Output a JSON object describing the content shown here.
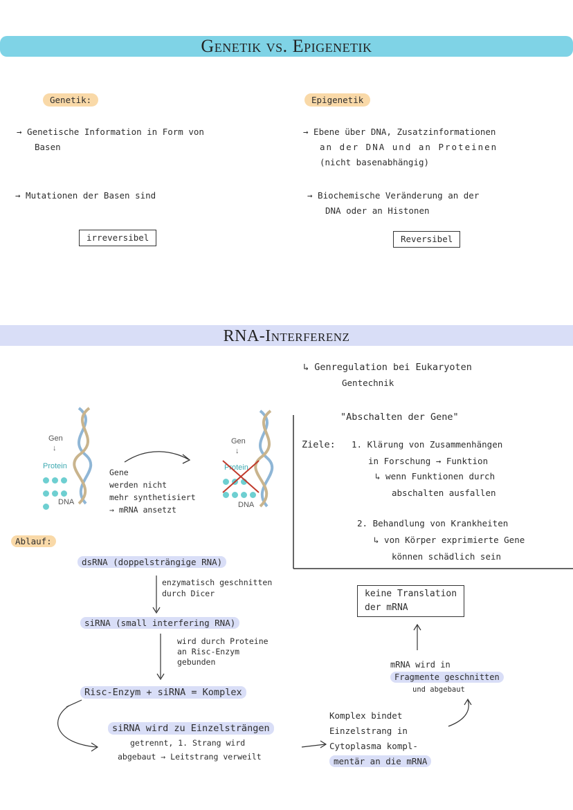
{
  "section1": {
    "title": "Genetik vs. Epigenetik",
    "left": {
      "heading": "Genetik:",
      "line1a": "→ Genetische Information in Form von",
      "line1b": "Basen",
      "line2": "→ Mutationen der Basen sind",
      "box": "irreversibel"
    },
    "right": {
      "heading": "Epigenetik",
      "line1a": "→ Ebene über DNA, Zusatzinformationen",
      "line1b": "an der DNA und an Proteinen",
      "line1c": "(nicht basenabhängig)",
      "line2a": "→ Biochemische Veränderung an der",
      "line2b": "DNA oder an Histonen",
      "box": "Reversibel"
    }
  },
  "section2": {
    "title": "RNA-Interferenz",
    "intro_a": "↳ Genregulation bei Eukaryoten",
    "intro_b": "Gentechnik",
    "quote": "\"Abschalten der Gene\"",
    "ziele_label": "Ziele:",
    "ziel1a": "1. Klärung von Zusammenhängen",
    "ziel1b": "in Forschung → Funktion",
    "ziel1c": "↳ wenn Funktionen durch",
    "ziel1d": "abschalten ausfallen",
    "ziel2a": "2. Behandlung von Krankheiten",
    "ziel2b": "↳ von Körper exprimierte Gene",
    "ziel2c": "können schädlich sein",
    "figure": {
      "gen1": "Gen",
      "protein1": "Protein",
      "dna1": "DNA",
      "gen2": "Gen",
      "protein2": "Protein",
      "dna2": "DNA",
      "note_a": "Gene",
      "note_b": "werden nicht",
      "note_c": "mehr synthetisiert",
      "note_d": "→ mRNA ansetzt"
    },
    "ablauf_label": "Ablauf:",
    "step1": "dsRNA (doppelsträngige RNA)",
    "step1_note_a": "enzymatisch geschnitten",
    "step1_note_b": "durch Dicer",
    "step2": "siRNA (small interfering RNA)",
    "step2_note_a": "wird durch Proteine",
    "step2_note_b": "an Risc-Enzym",
    "step2_note_c": "gebunden",
    "step3": "Risc-Enzym + siRNA = Komplex",
    "step4a": "siRNA wird zu Einzelsträngen",
    "step4b": "getrennt, 1. Strang wird",
    "step4c": "abgebaut → Leitstrang verweilt",
    "step5a": "Komplex bindet",
    "step5b": "Einzelstrang in",
    "step5c": "Cytoplasma kompl-",
    "step5d": "mentär an die mRNA",
    "step6a": "mRNA wird in",
    "step6b": "Fragmente geschnitten",
    "step6c": "und abgebaut",
    "result_box_a": "keine Translation",
    "result_box_b": "der mRNA"
  },
  "colors": {
    "banner_top": "#7fd3e6",
    "banner_mid": "#d9def7",
    "highlight_orange": "#f9d9a8",
    "highlight_blue": "#d9def7",
    "protein_dot": "#6ecfd1",
    "cross": "#c0392b"
  }
}
